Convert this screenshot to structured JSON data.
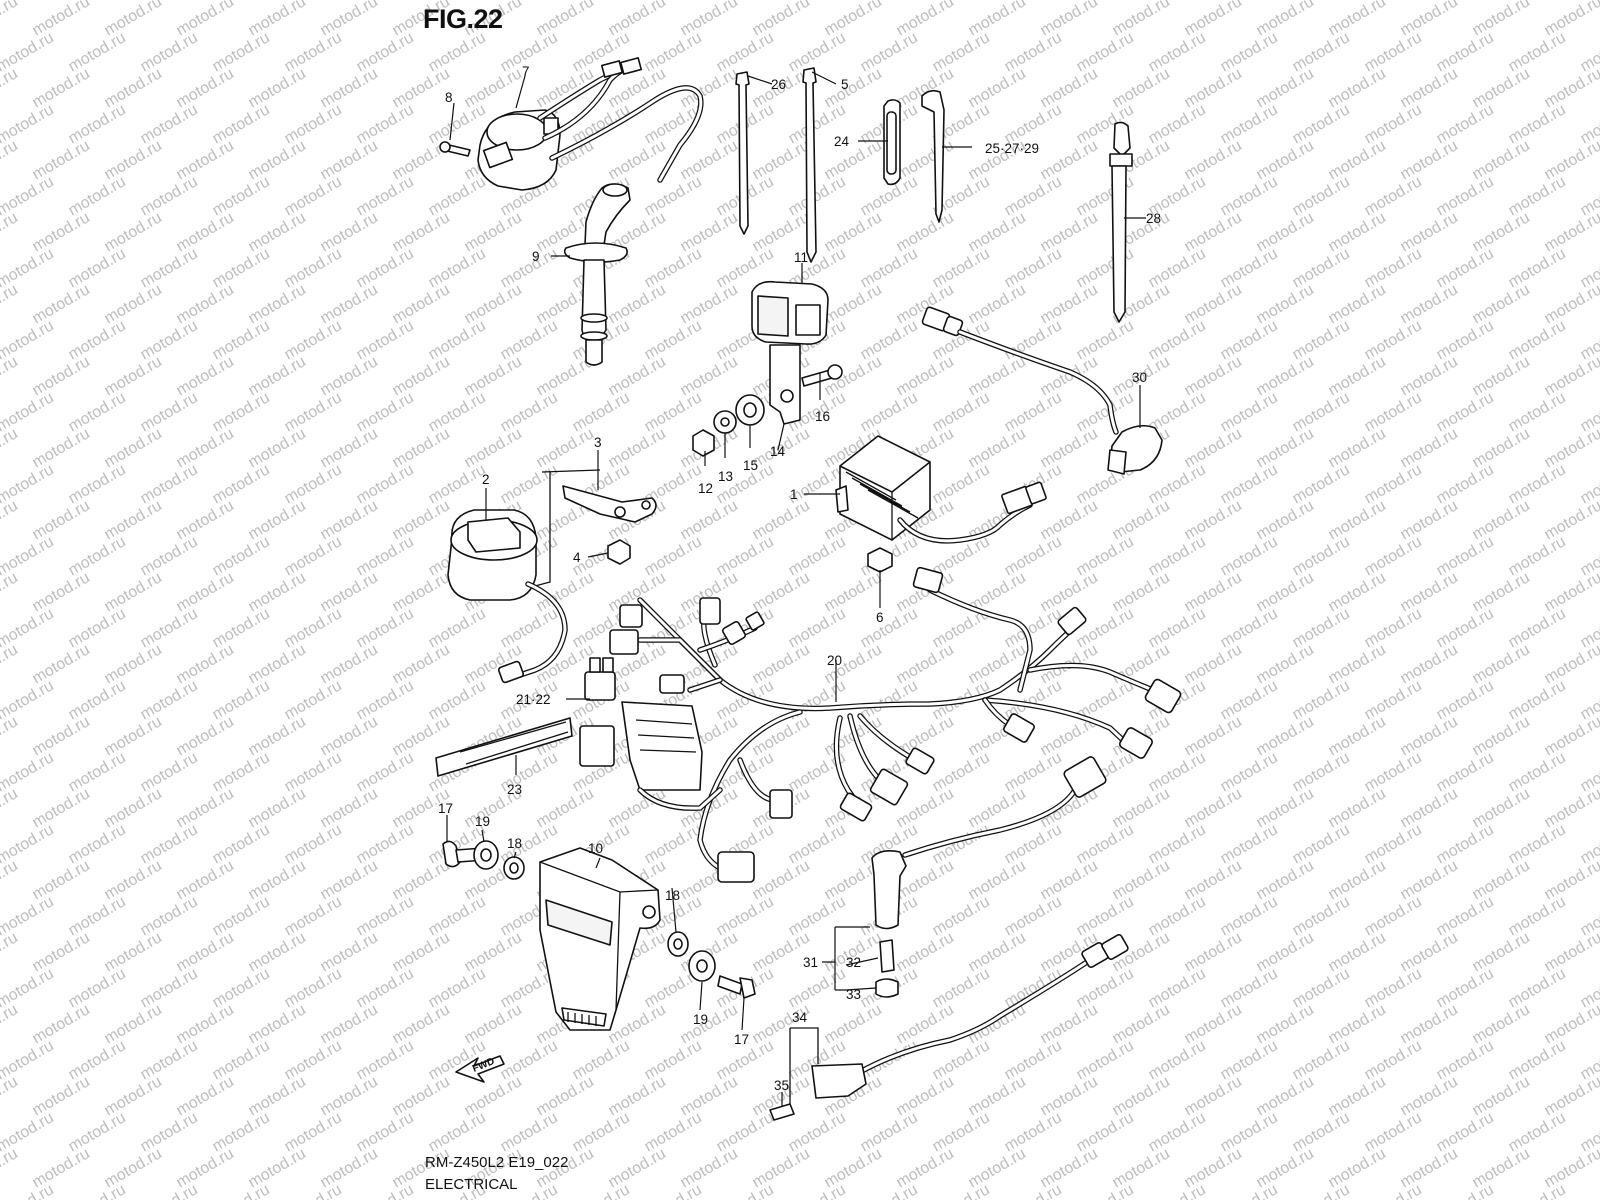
{
  "figure_title": "FIG.22",
  "watermark": "motod.ru",
  "caption": {
    "model_code": "RM-Z450L2 E19_022",
    "section": "ELECTRICAL"
  },
  "fwd_label": "FWD",
  "callouts": [
    {
      "id": "c1",
      "text": "1"
    },
    {
      "id": "c2",
      "text": "2"
    },
    {
      "id": "c3",
      "text": "3"
    },
    {
      "id": "c4",
      "text": "4"
    },
    {
      "id": "c5",
      "text": "5"
    },
    {
      "id": "c6",
      "text": "6"
    },
    {
      "id": "c7",
      "text": "7"
    },
    {
      "id": "c8",
      "text": "8"
    },
    {
      "id": "c9",
      "text": "9"
    },
    {
      "id": "c10",
      "text": "10"
    },
    {
      "id": "c11",
      "text": "11"
    },
    {
      "id": "c12",
      "text": "12"
    },
    {
      "id": "c13",
      "text": "13"
    },
    {
      "id": "c14",
      "text": "14"
    },
    {
      "id": "c15",
      "text": "15"
    },
    {
      "id": "c16",
      "text": "16"
    },
    {
      "id": "c17a",
      "text": "17"
    },
    {
      "id": "c17b",
      "text": "17"
    },
    {
      "id": "c18a",
      "text": "18"
    },
    {
      "id": "c18b",
      "text": "18"
    },
    {
      "id": "c19a",
      "text": "19"
    },
    {
      "id": "c19b",
      "text": "19"
    },
    {
      "id": "c20",
      "text": "20"
    },
    {
      "id": "c21",
      "text": "21·22"
    },
    {
      "id": "c23",
      "text": "23"
    },
    {
      "id": "c24",
      "text": "24"
    },
    {
      "id": "c25",
      "text": "25·27·29"
    },
    {
      "id": "c26",
      "text": "26"
    },
    {
      "id": "c28",
      "text": "28"
    },
    {
      "id": "c30",
      "text": "30"
    },
    {
      "id": "c31",
      "text": "31"
    },
    {
      "id": "c32",
      "text": "32"
    },
    {
      "id": "c33",
      "text": "33"
    },
    {
      "id": "c34",
      "text": "34"
    },
    {
      "id": "c35",
      "text": "35"
    }
  ]
}
